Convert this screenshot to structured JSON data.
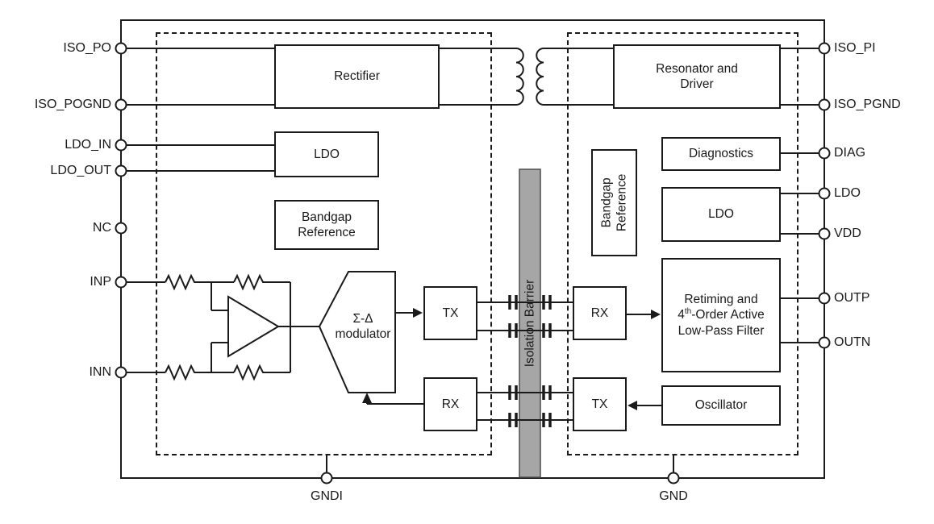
{
  "pins": {
    "left": [
      "ISO_PO",
      "ISO_POGND",
      "LDO_IN",
      "LDO_OUT",
      "NC",
      "INP",
      "INN"
    ],
    "right": [
      "ISO_PI",
      "ISO_PGND",
      "DIAG",
      "LDO",
      "VDD",
      "OUTP",
      "OUTN"
    ],
    "bottom": [
      "GNDI",
      "GND"
    ]
  },
  "blocks": {
    "rectifier": "Rectifier",
    "resonator_driver": "Resonator and Driver",
    "ldo_left": "LDO",
    "bandgap_left": "Bandgap Reference",
    "diagnostics": "Diagnostics",
    "ldo_right": "LDO",
    "bandgap_right": "Bandgap Reference",
    "modulator": "Σ-Δ modulator",
    "tx_left": "TX",
    "rx_left": "RX",
    "rx_right": "RX",
    "tx_right": "TX",
    "filter_prefix": "Retiming and 4",
    "filter_sup": "th",
    "filter_suffix": "-Order Active Low-Pass Filter",
    "oscillator": "Oscillator",
    "isolation_barrier": "Isolation Barrier"
  },
  "colors": {
    "line": "#1a1a1a",
    "barrier_fill": "#a6a6a6",
    "barrier_stroke": "#4d4d4d"
  }
}
